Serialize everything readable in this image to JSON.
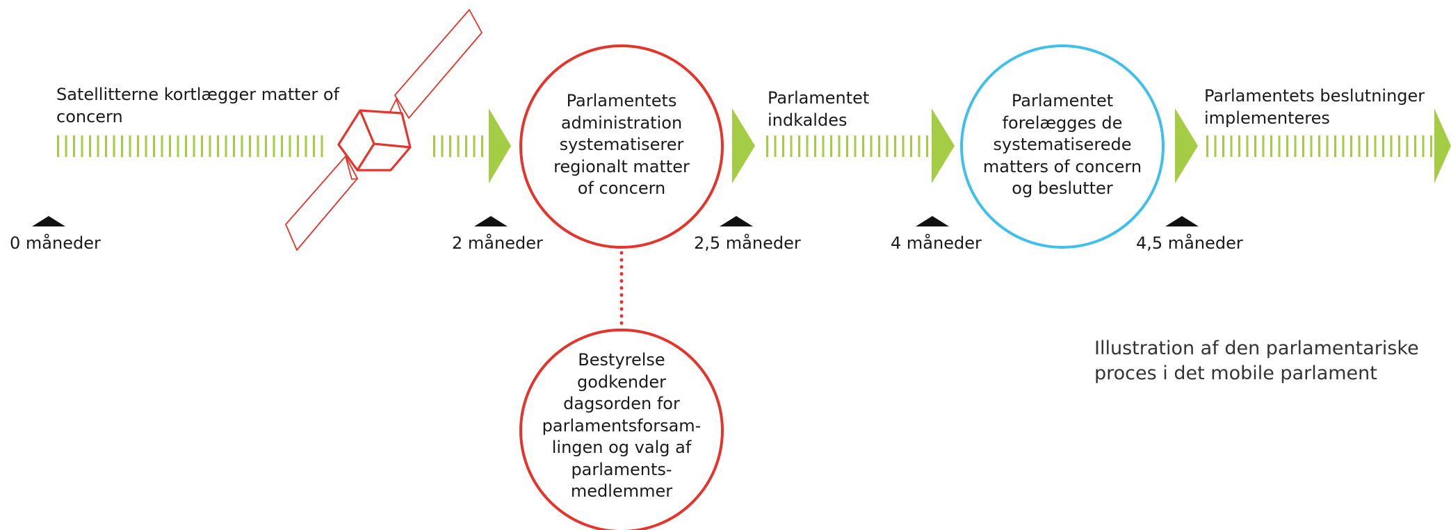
{
  "steps": {
    "satellite_label": "Satellitterne kortlægger matter of concern",
    "admin_circle": "Parlamentets administration systematiserer regionalt matter of concern",
    "summon_label": "Parlamentet indkaldes",
    "parliament_circle": "Parlamentet forelægges de systematiserede matters of concern og beslutter",
    "implement_label": "Parlamentets beslutninger implementeres",
    "board_circle": "Bestyrelse godkender dagsorden for parlamentsforsam-lingen og valg af parlaments-medlemmer"
  },
  "timeline": [
    "0 måneder",
    "2 måneder",
    "2,5 måneder",
    "4 måneder",
    "4,5 måneder"
  ],
  "caption": "Illustration af den parlamentariske proces i det mobile parlament",
  "colors": {
    "arrow_green": "#a4cc45",
    "admin_circle": "#e5342b",
    "parliament_circle": "#3fc0ea",
    "satellite": "#e5342b",
    "tick": "#111111"
  },
  "icons": [
    "satellite-icon",
    "arrow-head-icon",
    "tick-triangle-icon"
  ]
}
